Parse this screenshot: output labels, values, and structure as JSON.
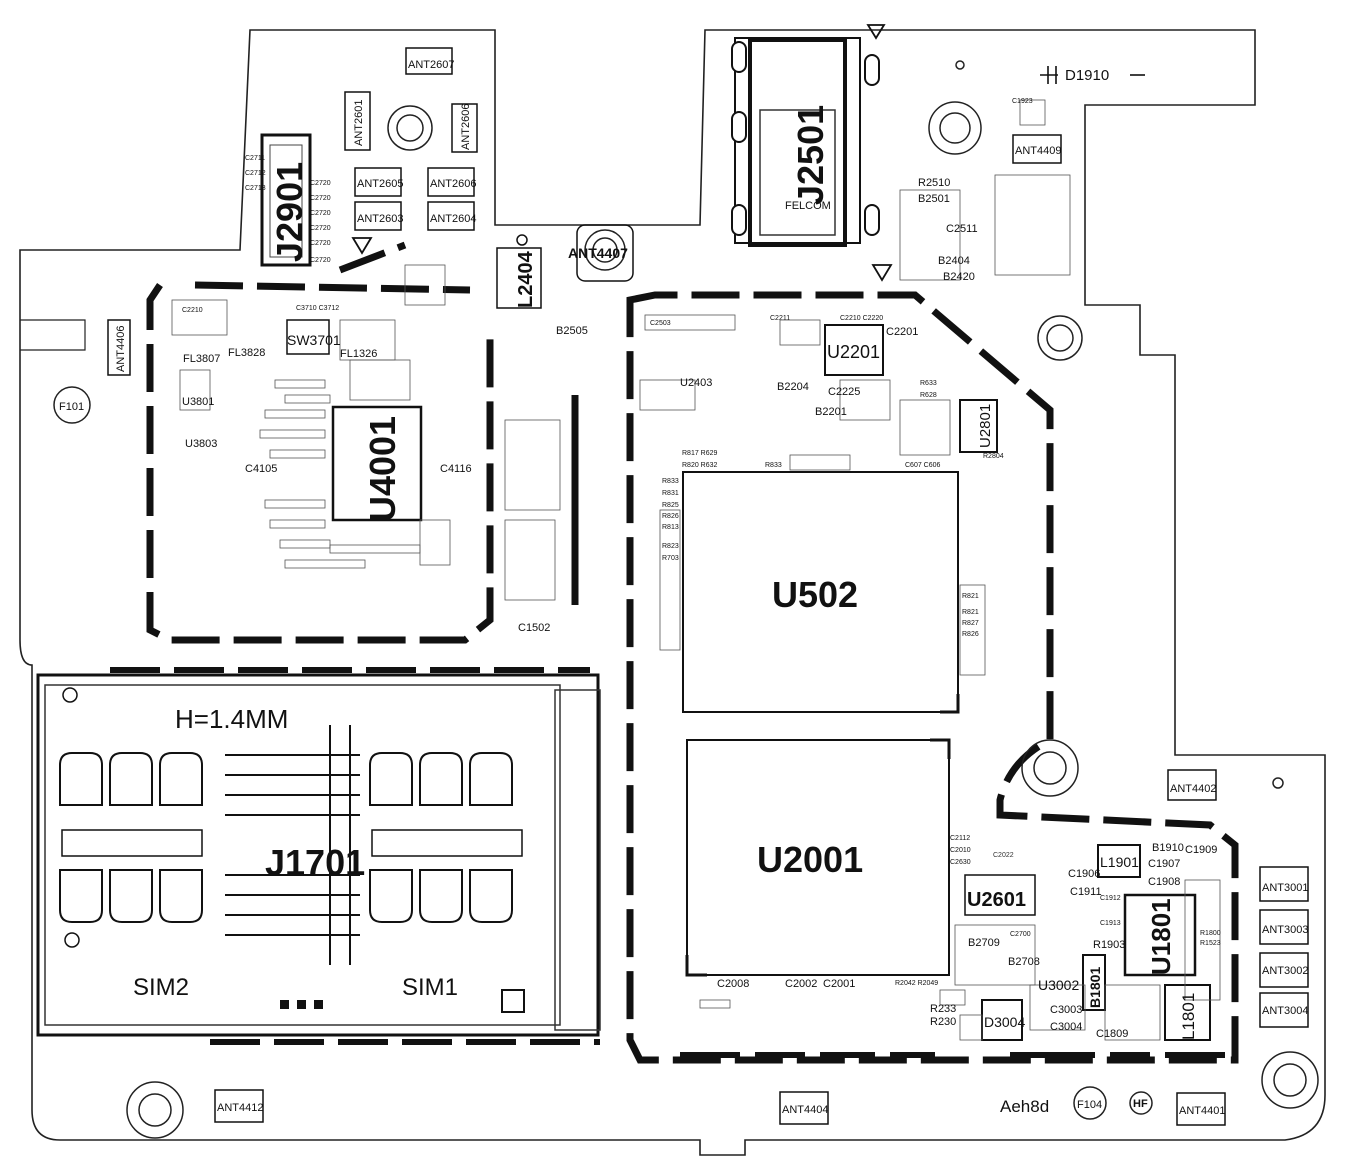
{
  "components": {
    "J2901": "J2901",
    "J2501": "J2501",
    "FELCOM": "FELCOM",
    "U4001": "U4001",
    "U502": "U502",
    "U2001": "U2001",
    "U2201": "U2201",
    "U2801": "U2801",
    "U2601": "U2601",
    "U1801": "U1801",
    "J1701": "J1701",
    "L2404": "L2404",
    "L1901": "L1901",
    "L1801": "L1801",
    "B1801": "B1801",
    "D3004": "D3004",
    "U3002": "U3002",
    "D1910": "D1910",
    "SW3701": "SW3701",
    "FL3807": "FL3807",
    "FL3828": "FL3828",
    "FL1326": "FL1326",
    "U3801": "U3801",
    "U3803": "U3803",
    "C4105": "C4105",
    "C4116": "C4116",
    "U2403": "U2403",
    "B2204": "B2204",
    "B2201": "B2201",
    "C2225": "C2225",
    "C2201": "C2201",
    "B2505": "B2505",
    "C1502": "C1502",
    "B2501": "B2501",
    "B2404": "B2404",
    "B2420": "B2420",
    "C2511": "C2511",
    "R2510": "R2510",
    "C2022": "C2022",
    "C2008": "C2008",
    "C2002": "C2002",
    "C2001": "C2001",
    "C1906": "C1906",
    "C1907": "C1907",
    "C1908": "C1908",
    "C1909": "C1909",
    "B1910": "B1910",
    "C1911": "C1911",
    "R1903": "R1903",
    "C3003": "C3003",
    "C3004": "C3004",
    "C1809": "C1809",
    "B2709": "B2709",
    "B2708": "B2708",
    "R233": "R233",
    "R230": "R230"
  },
  "antennas": {
    "ANT2607": "ANT2607",
    "ANT2601": "ANT2601",
    "ANT2606": "ANT2606",
    "ANT2605": "ANT2605",
    "ANT2606b": "ANT2606",
    "ANT2603": "ANT2603",
    "ANT2604": "ANT2604",
    "ANT4407": "ANT4407",
    "ANT4409": "ANT4409",
    "ANT4406": "ANT4406",
    "ANT4402": "ANT4402",
    "ANT3001": "ANT3001",
    "ANT3003": "ANT3003",
    "ANT3002": "ANT3002",
    "ANT3004": "ANT3004",
    "ANT4412": "ANT4412",
    "ANT4404": "ANT4404",
    "ANT4401": "ANT4401"
  },
  "texts": {
    "sim_height": "H=1.4MM",
    "sim2": "SIM2",
    "sim1": "SIM1",
    "fiducial_f101": "F101",
    "fiducial_f104": "F104",
    "hf_mark": "HF",
    "board_code": "Aeh8d"
  }
}
